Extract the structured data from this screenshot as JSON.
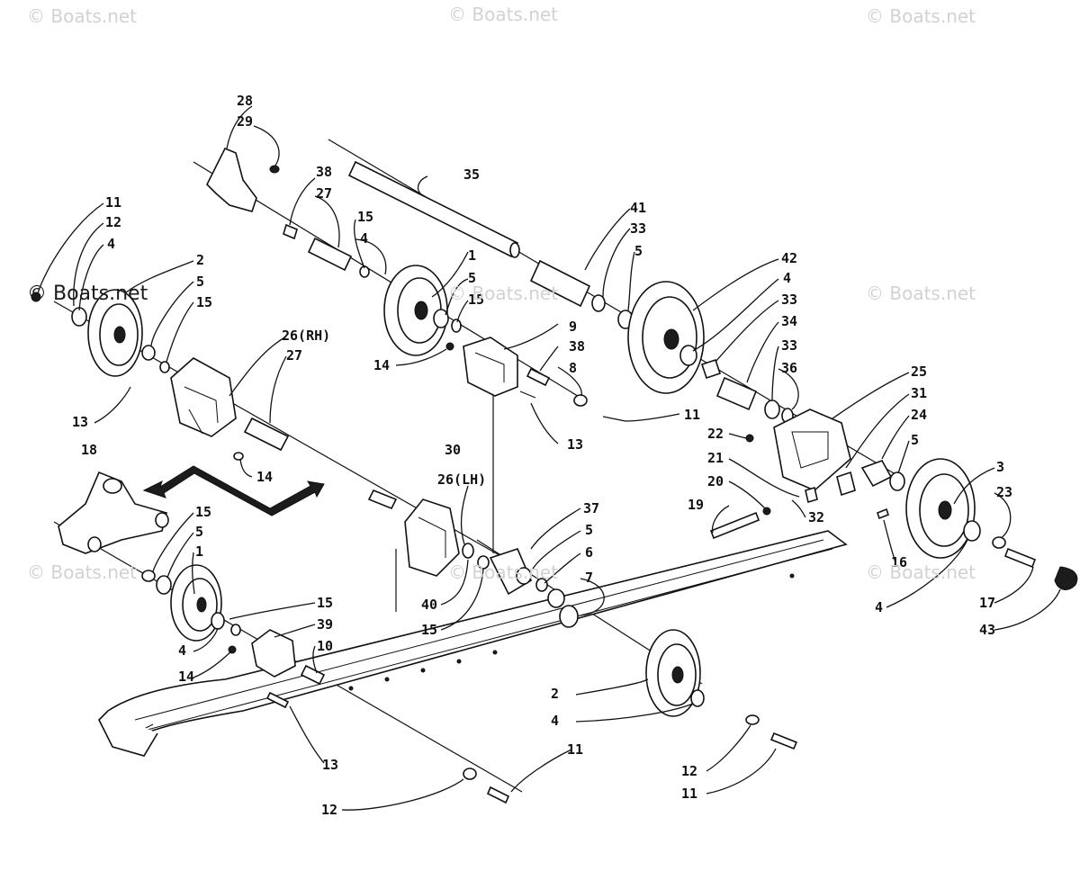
{
  "watermarks": [
    "© Boats.net",
    "© Boats.net",
    "© Boats.net",
    "© Boats.net",
    "© Boats.net",
    "© Boats.net",
    "© Boats.net",
    "© Boats.net",
    "© Boats.net"
  ],
  "callouts": [
    "1",
    "2",
    "3",
    "4",
    "5",
    "6",
    "7",
    "8",
    "9",
    "10",
    "11",
    "12",
    "13",
    "14",
    "15",
    "16",
    "17",
    "18",
    "19",
    "20",
    "21",
    "22",
    "23",
    "24",
    "25",
    "26(RH)",
    "26(LH)",
    "27",
    "28",
    "29",
    "30",
    "31",
    "32",
    "33",
    "34",
    "35",
    "36",
    "37",
    "38",
    "39",
    "40",
    "41",
    "42",
    "43"
  ],
  "colors": {
    "ink": "#111111",
    "watermark": "#d2d2d2",
    "paper": "#ffffff"
  }
}
